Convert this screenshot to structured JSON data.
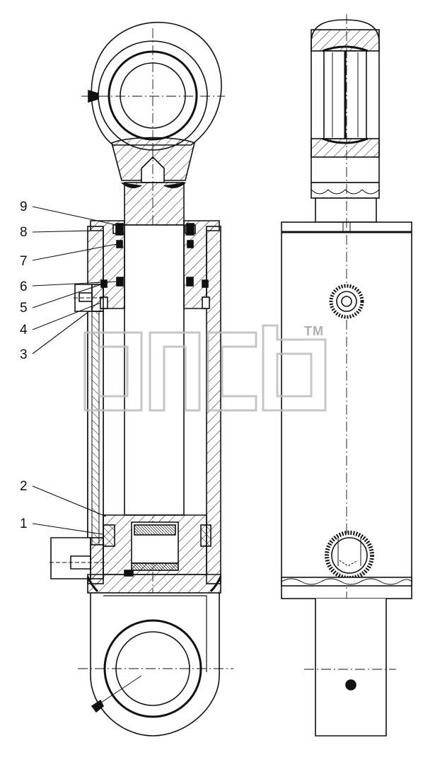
{
  "callouts": {
    "c1": "1",
    "c2": "2",
    "c3": "3",
    "c4": "4",
    "c5": "5",
    "c6": "6",
    "c7": "7",
    "c8": "8",
    "c9": "9"
  },
  "watermark": {
    "tm": "TM"
  },
  "colors": {
    "line": "#111111",
    "watermark": "#bdbdbd",
    "background": "#ffffff"
  }
}
